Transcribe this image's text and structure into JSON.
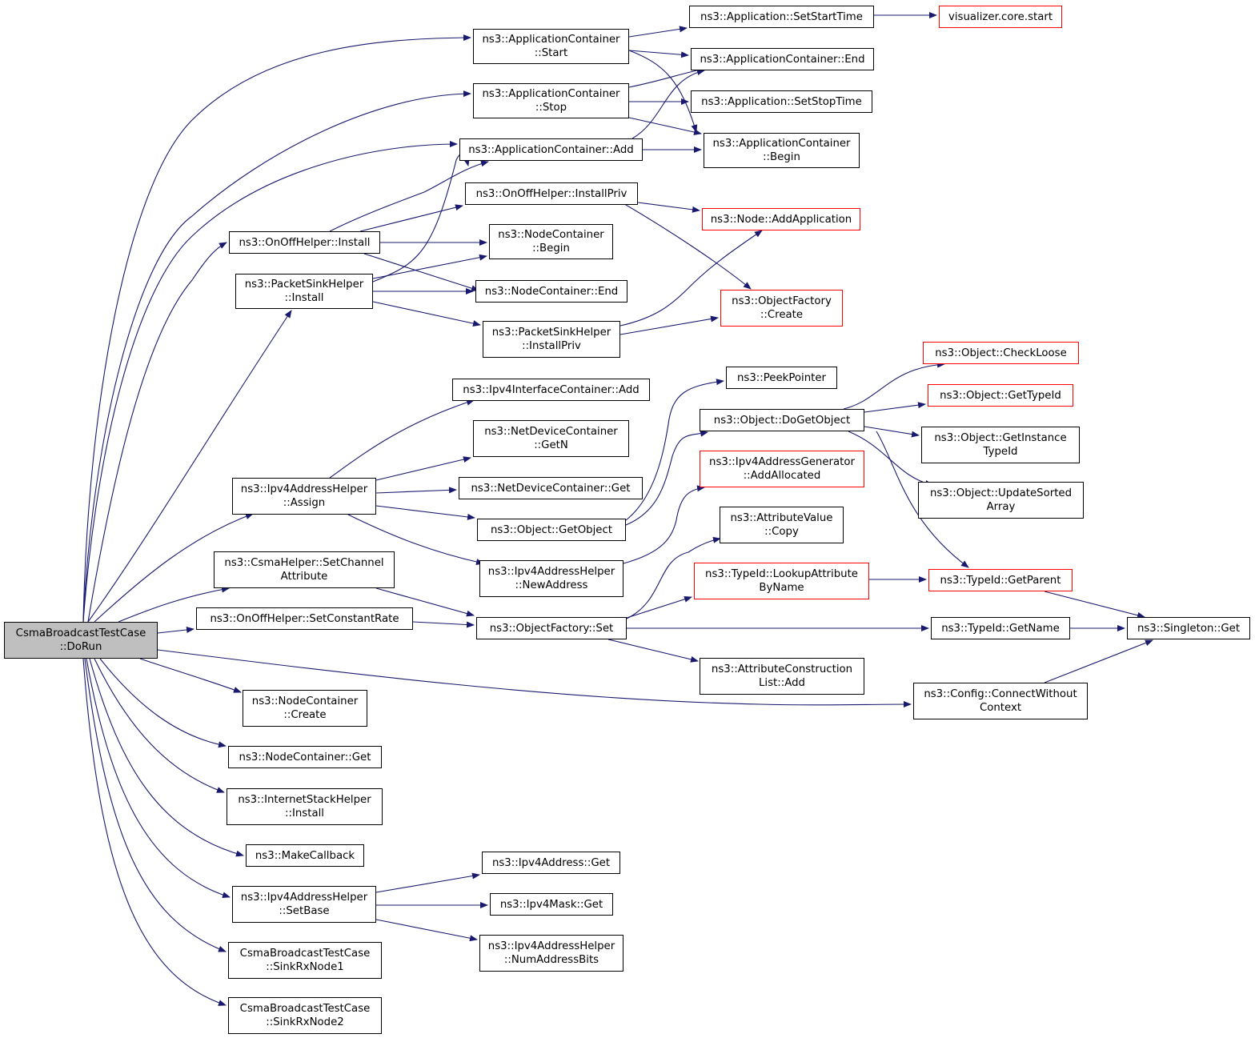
{
  "graph": {
    "edge_color": "#191970",
    "node_border": "#000000",
    "external_border": "#ff0000",
    "root_fill": "#bfbfbf",
    "nodes": [
      {
        "id": "root",
        "lines": [
          "CsmaBroadcastTestCase",
          "::DoRun"
        ],
        "root": true
      },
      {
        "id": "acStart",
        "lines": [
          "ns3::ApplicationContainer",
          "::Start"
        ]
      },
      {
        "id": "acStop",
        "lines": [
          "ns3::ApplicationContainer",
          "::Stop"
        ]
      },
      {
        "id": "acAdd",
        "lines": [
          "ns3::ApplicationContainer::Add"
        ]
      },
      {
        "id": "ooInstall",
        "lines": [
          "ns3::OnOffHelper::Install"
        ]
      },
      {
        "id": "psInstall",
        "lines": [
          "ns3::PacketSinkHelper",
          "::Install"
        ]
      },
      {
        "id": "ipv4Assign",
        "lines": [
          "ns3::Ipv4AddressHelper",
          "::Assign"
        ]
      },
      {
        "id": "csmaSetChan",
        "lines": [
          "ns3::CsmaHelper::SetChannel",
          "Attribute"
        ]
      },
      {
        "id": "ooSetRate",
        "lines": [
          "ns3::OnOffHelper::SetConstantRate"
        ]
      },
      {
        "id": "ncCreate",
        "lines": [
          "ns3::NodeContainer",
          "::Create"
        ]
      },
      {
        "id": "ncGet",
        "lines": [
          "ns3::NodeContainer::Get"
        ]
      },
      {
        "id": "ishInstall",
        "lines": [
          "ns3::InternetStackHelper",
          "::Install"
        ]
      },
      {
        "id": "makeCallback",
        "lines": [
          "ns3::MakeCallback"
        ]
      },
      {
        "id": "ipv4SetBase",
        "lines": [
          "ns3::Ipv4AddressHelper",
          "::SetBase"
        ]
      },
      {
        "id": "sinkRx1",
        "lines": [
          "CsmaBroadcastTestCase",
          "::SinkRxNode1"
        ]
      },
      {
        "id": "sinkRx2",
        "lines": [
          "CsmaBroadcastTestCase",
          "::SinkRxNode2"
        ]
      },
      {
        "id": "appSetStart",
        "lines": [
          "ns3::Application::SetStartTime"
        ]
      },
      {
        "id": "acEnd",
        "lines": [
          "ns3::ApplicationContainer::End"
        ]
      },
      {
        "id": "appSetStop",
        "lines": [
          "ns3::Application::SetStopTime"
        ]
      },
      {
        "id": "acBegin",
        "lines": [
          "ns3::ApplicationContainer",
          "::Begin"
        ]
      },
      {
        "id": "vizStart",
        "lines": [
          "visualizer.core.start"
        ],
        "external": true
      },
      {
        "id": "ooInstallPriv",
        "lines": [
          "ns3::OnOffHelper::InstallPriv"
        ]
      },
      {
        "id": "ncBegin",
        "lines": [
          "ns3::NodeContainer",
          "::Begin"
        ]
      },
      {
        "id": "ncEnd",
        "lines": [
          "ns3::NodeContainer::End"
        ]
      },
      {
        "id": "psInstallPriv",
        "lines": [
          "ns3::PacketSinkHelper",
          "::InstallPriv"
        ]
      },
      {
        "id": "nodeAddApp",
        "lines": [
          "ns3::Node::AddApplication"
        ],
        "external": true
      },
      {
        "id": "ofCreate",
        "lines": [
          "ns3::ObjectFactory",
          "::Create"
        ],
        "external": true
      },
      {
        "id": "ipv4IfAdd",
        "lines": [
          "ns3::Ipv4InterfaceContainer::Add"
        ]
      },
      {
        "id": "ndcGetN",
        "lines": [
          "ns3::NetDeviceContainer",
          "::GetN"
        ]
      },
      {
        "id": "ndcGet",
        "lines": [
          "ns3::NetDeviceContainer::Get"
        ]
      },
      {
        "id": "objGetObject",
        "lines": [
          "ns3::Object::GetObject"
        ]
      },
      {
        "id": "ipv4NewAddr",
        "lines": [
          "ns3::Ipv4AddressHelper",
          "::NewAddress"
        ]
      },
      {
        "id": "ofSet",
        "lines": [
          "ns3::ObjectFactory::Set"
        ]
      },
      {
        "id": "peekPointer",
        "lines": [
          "ns3::PeekPointer"
        ]
      },
      {
        "id": "objDoGetObject",
        "lines": [
          "ns3::Object::DoGetObject"
        ]
      },
      {
        "id": "ipv4AddrGenAlloc",
        "lines": [
          "ns3::Ipv4AddressGenerator",
          "::AddAllocated"
        ],
        "external": true
      },
      {
        "id": "attrValCopy",
        "lines": [
          "ns3::AttributeValue",
          "::Copy"
        ]
      },
      {
        "id": "typeIdLookup",
        "lines": [
          "ns3::TypeId::LookupAttribute",
          "ByName"
        ],
        "external": true
      },
      {
        "id": "attrConstrAdd",
        "lines": [
          "ns3::AttributeConstruction",
          "List::Add"
        ]
      },
      {
        "id": "objCheckLoose",
        "lines": [
          "ns3::Object::CheckLoose"
        ],
        "external": true
      },
      {
        "id": "objGetTypeId",
        "lines": [
          "ns3::Object::GetTypeId"
        ],
        "external": true
      },
      {
        "id": "objGetInstTypeId",
        "lines": [
          "ns3::Object::GetInstance",
          "TypeId"
        ]
      },
      {
        "id": "objUpdateSorted",
        "lines": [
          "ns3::Object::UpdateSorted",
          "Array"
        ]
      },
      {
        "id": "typeIdGetParent",
        "lines": [
          "ns3::TypeId::GetParent"
        ],
        "external": true
      },
      {
        "id": "typeIdGetName",
        "lines": [
          "ns3::TypeId::GetName"
        ]
      },
      {
        "id": "singletonGet",
        "lines": [
          "ns3::Singleton::Get"
        ]
      },
      {
        "id": "configConnect",
        "lines": [
          "ns3::Config::ConnectWithout",
          "Context"
        ]
      },
      {
        "id": "ipv4AddrGet",
        "lines": [
          "ns3::Ipv4Address::Get"
        ]
      },
      {
        "id": "ipv4MaskGet",
        "lines": [
          "ns3::Ipv4Mask::Get"
        ]
      },
      {
        "id": "ipv4NumBits",
        "lines": [
          "ns3::Ipv4AddressHelper",
          "::NumAddressBits"
        ]
      }
    ]
  }
}
